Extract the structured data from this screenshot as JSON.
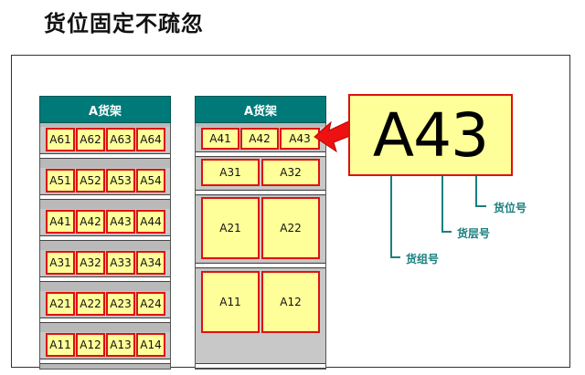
{
  "title": "货位固定不疏忽",
  "shelf_a": {
    "header": "A货架",
    "rows": [
      [
        "A61",
        "A62",
        "A63",
        "A64"
      ],
      [
        "A51",
        "A52",
        "A53",
        "A54"
      ],
      [
        "A41",
        "A42",
        "A43",
        "A44"
      ],
      [
        "A31",
        "A32",
        "A33",
        "A34"
      ],
      [
        "A21",
        "A22",
        "A23",
        "A24"
      ],
      [
        "A11",
        "A12",
        "A13",
        "A14"
      ]
    ]
  },
  "shelf_b": {
    "header": "A货架",
    "row4": [
      "A41",
      "A42",
      "A43"
    ],
    "row3": [
      "A31",
      "A32"
    ],
    "row2": [
      "A21",
      "A22"
    ],
    "row1": [
      "A11",
      "A12"
    ]
  },
  "code": {
    "text": "A43",
    "group_label": "货组号",
    "layer_label": "货层号",
    "position_label": "货位号"
  },
  "colors": {
    "header": "#007a78",
    "cell_fill": "#ffff99",
    "cell_border": "#dd1111",
    "arrow": "#ee1111",
    "callout": "#1a7f7f"
  }
}
